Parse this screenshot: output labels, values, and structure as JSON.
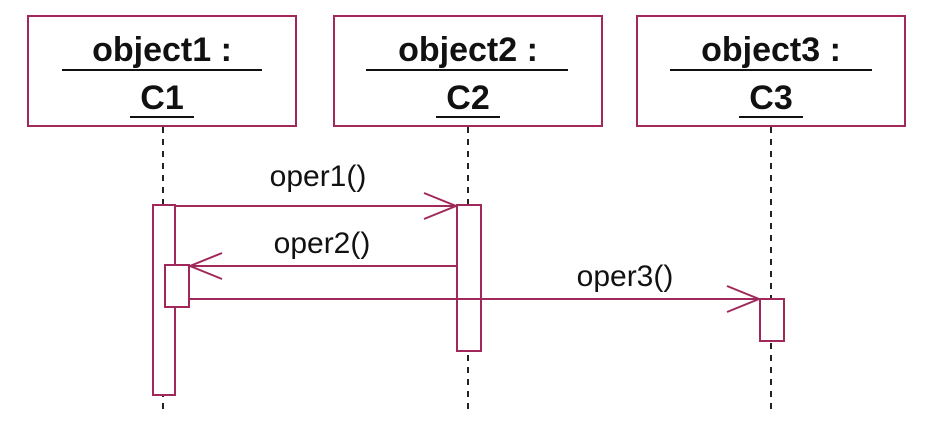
{
  "colors": {
    "stroke": "#a0285a",
    "lifeline": "#222222",
    "text": "#111111",
    "background": "#ffffff"
  },
  "objects": [
    {
      "name": "object1 :",
      "class": "C1"
    },
    {
      "name": "object2 :",
      "class": "C2"
    },
    {
      "name": "object3 :",
      "class": "C3"
    }
  ],
  "messages": [
    {
      "label": "oper1()",
      "from": "object1 :",
      "to": "object2 :"
    },
    {
      "label": "oper2()",
      "from": "object2 :",
      "to": "object1 :"
    },
    {
      "label": "oper3()",
      "from": "object1 :",
      "to": "object3 :"
    }
  ]
}
